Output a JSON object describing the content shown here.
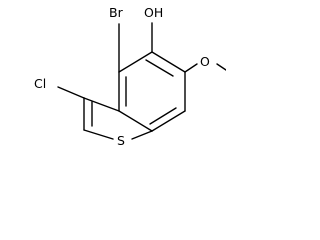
{
  "molecule": {
    "atoms": {
      "br": "Br",
      "oh": "OH",
      "cl": "Cl",
      "s": "S",
      "o_methoxy": "O"
    },
    "colors": {
      "bond": "#000000",
      "text": "#000000",
      "background": "#ffffff"
    }
  }
}
